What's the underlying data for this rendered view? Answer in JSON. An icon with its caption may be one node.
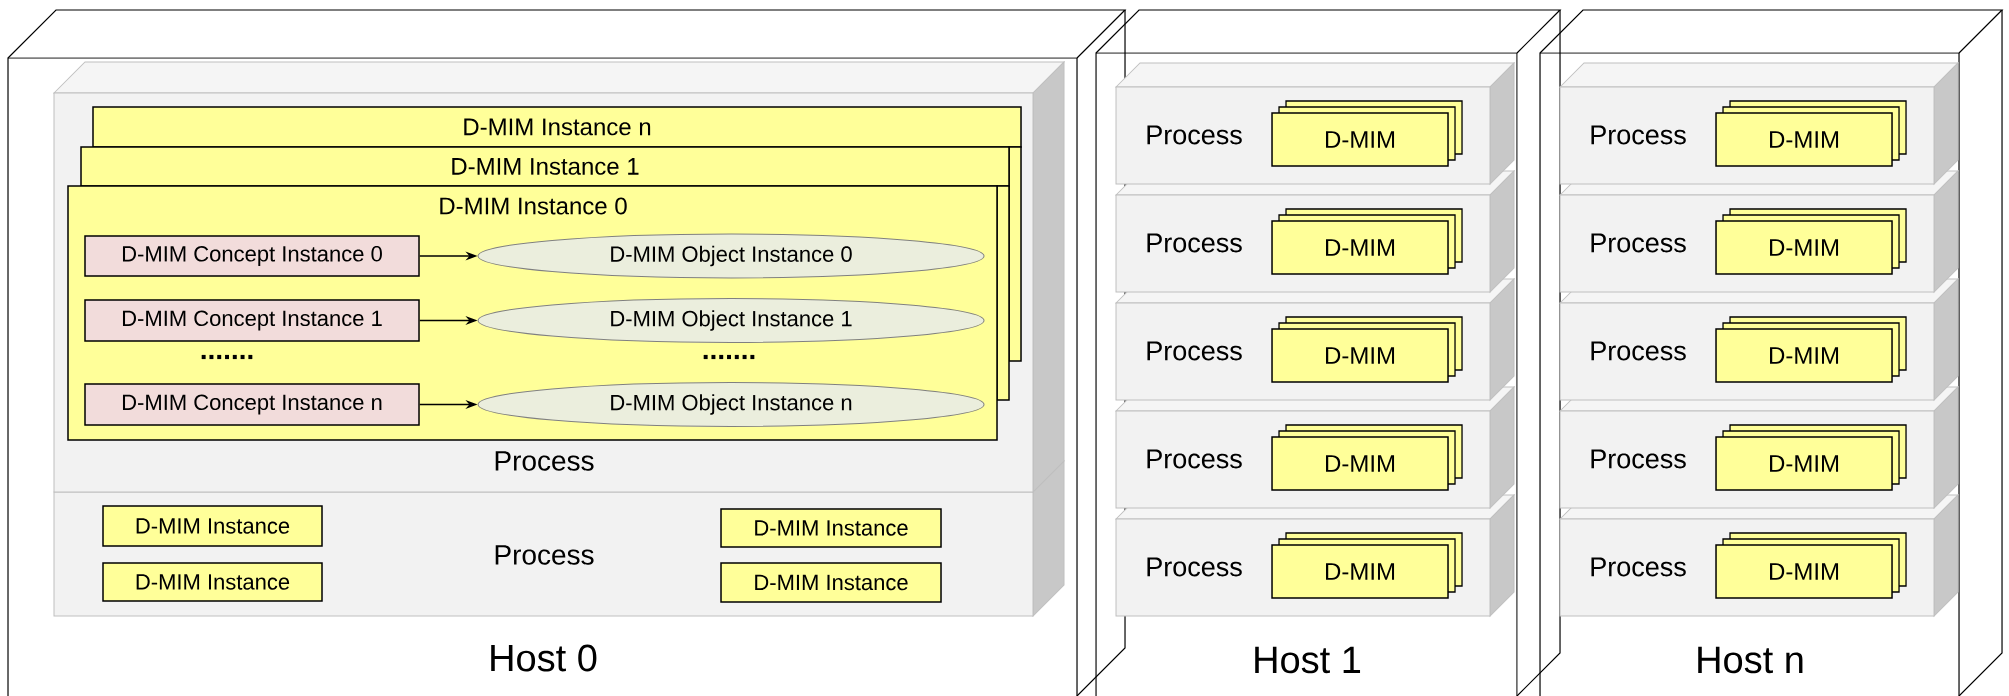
{
  "diagram": {
    "nodes": [
      {
        "text": [
          "Host 0"
        ]
      },
      {
        "text": [
          "Process"
        ],
        "in": 0
      },
      {
        "text": [
          "D-MIM Instance n"
        ],
        "in": 1
      },
      {
        "text": [
          "D-MIM Instance 1"
        ],
        "in": 1
      },
      {
        "text": [
          "D-MIM Instance 0"
        ],
        "in": 1
      },
      {
        "text": [
          "D-MIM Concept Instance 0"
        ],
        "in": 4
      },
      {
        "text": [
          "D-MIM Object Instance 0"
        ],
        "in": 4
      },
      {
        "text": [
          "D-MIM Concept Instance 1"
        ],
        "in": 4
      },
      {
        "text": [
          "D-MIM Object Instance 1"
        ],
        "in": 4
      },
      {
        "text": [
          "D-MIM Concept Instance n"
        ],
        "in": 4
      },
      {
        "text": [
          "D-MIM Object Instance n"
        ],
        "in": 4
      },
      {
        "text": [
          "Process"
        ],
        "in": 0
      },
      {
        "text": [
          "D-MIM Instance"
        ],
        "in": 11
      },
      {
        "text": [
          "D-MIM Instance"
        ],
        "in": 11
      },
      {
        "text": [
          "D-MIM Instance"
        ],
        "in": 11
      },
      {
        "text": [
          "D-MIM Instance"
        ],
        "in": 11
      },
      {
        "text": [
          "Host 1"
        ]
      },
      {
        "text": [
          "Process"
        ],
        "in": 16
      },
      {
        "text": [
          "D-MIM"
        ],
        "in": 17
      },
      {
        "text": [
          "Process"
        ],
        "in": 16
      },
      {
        "text": [
          "D-MIM"
        ],
        "in": 19
      },
      {
        "text": [
          "Process"
        ],
        "in": 16
      },
      {
        "text": [
          "D-MIM"
        ],
        "in": 21
      },
      {
        "text": [
          "Process"
        ],
        "in": 16
      },
      {
        "text": [
          "D-MIM"
        ],
        "in": 23
      },
      {
        "text": [
          "Process"
        ],
        "in": 16
      },
      {
        "text": [
          "D-MIM"
        ],
        "in": 25
      },
      {
        "text": [
          "Host n"
        ]
      },
      {
        "text": [
          "Process"
        ],
        "in": 27
      },
      {
        "text": [
          "D-MIM"
        ],
        "in": 28
      },
      {
        "text": [
          "Process"
        ],
        "in": 27
      },
      {
        "text": [
          "D-MIM"
        ],
        "in": 30
      },
      {
        "text": [
          "Process"
        ],
        "in": 27
      },
      {
        "text": [
          "D-MIM"
        ],
        "in": 32
      },
      {
        "text": [
          "Process"
        ],
        "in": 27
      },
      {
        "text": [
          "D-MIM"
        ],
        "in": 34
      },
      {
        "text": [
          "Process"
        ],
        "in": 27
      },
      {
        "text": [
          "D-MIM"
        ],
        "in": 36
      },
      {
        "text": [],
        "shape": "bar",
        "in": 1
      },
      {
        "text": [],
        "shape": "bar",
        "in": 1
      }
    ],
    "edges": [
      {
        "from": 5,
        "to": 6,
        "arrow": "to"
      },
      {
        "from": 7,
        "to": 8,
        "arrow": "to"
      },
      {
        "from": 9,
        "to": 10,
        "arrow": "to"
      }
    ],
    "labels": [
      ".......",
      "......."
    ]
  }
}
